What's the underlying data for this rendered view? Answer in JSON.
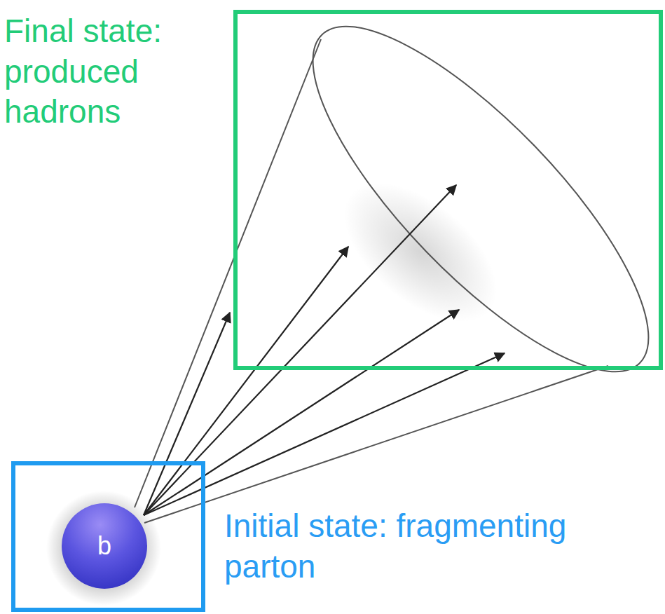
{
  "diagram": {
    "nodes": [
      {
        "text": [
          "Final state: produced hadrons"
        ]
      },
      {
        "text": [
          "Initial state: fragmenting parton"
        ]
      },
      {
        "text": [
          "b"
        ],
        "in": 1
      }
    ]
  }
}
